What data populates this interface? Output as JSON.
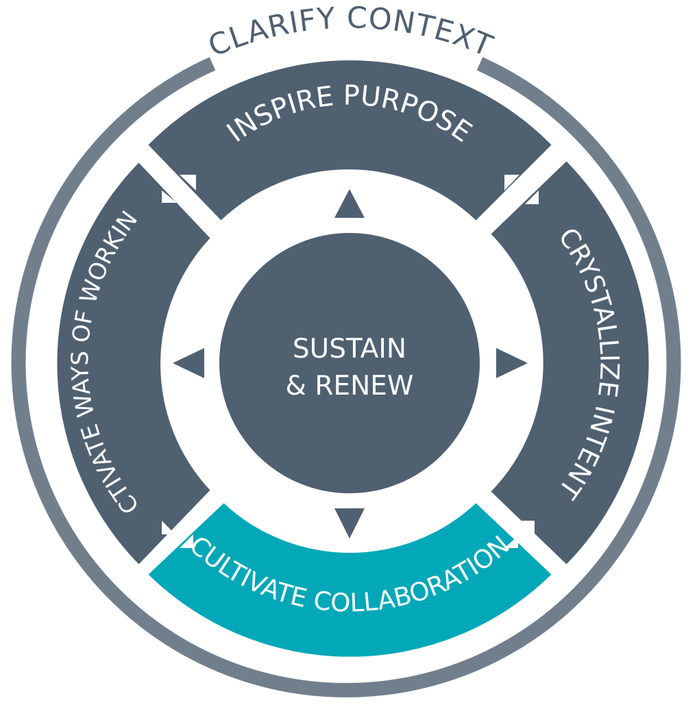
{
  "outer_ring": {
    "label": "CLARIFY CONTEXT",
    "color": "#717f8d"
  },
  "segments": {
    "top": {
      "label": "INSPIRE PURPOSE",
      "color": "#4f6071"
    },
    "right": {
      "label": "CRYSTALLIZE INTENT",
      "color": "#4f6071"
    },
    "bottom": {
      "label": "CULTIVATE COLLABORATION",
      "color": "#03a8b8"
    },
    "left": {
      "label": "ACTIVATE WAYS OF WORKING",
      "color": "#4f6071"
    }
  },
  "center": {
    "line1": "SUSTAIN",
    "line2": "& RENEW",
    "color": "#4f6071"
  },
  "arrow_color": "#4f6071"
}
